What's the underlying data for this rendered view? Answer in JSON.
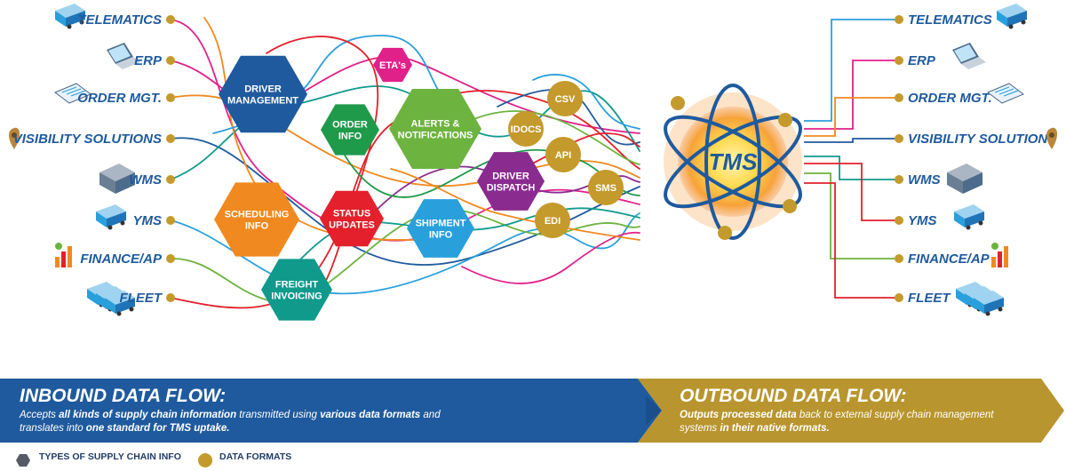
{
  "inbound_sources": [
    "TELEMATICS",
    "ERP",
    "ORDER MGT.",
    "VISIBILITY SOLUTIONS",
    "WMS",
    "YMS",
    "FINANCE/AP",
    "FLEET"
  ],
  "outbound_targets": [
    "TELEMATICS",
    "ERP",
    "ORDER MGT.",
    "VISIBILITY SOLUTIONS",
    "WMS",
    "YMS",
    "FINANCE/AP",
    "FLEET"
  ],
  "info_types": [
    {
      "lines": [
        "DRIVER",
        "MANAGEMENT"
      ],
      "color": "#1f5a9e"
    },
    {
      "lines": [
        "ETA's"
      ],
      "color": "#e0218a"
    },
    {
      "lines": [
        "ORDER",
        "INFO"
      ],
      "color": "#1f9a4a"
    },
    {
      "lines": [
        "ALERTS &",
        "NOTIFICATIONS"
      ],
      "color": "#6db33f"
    },
    {
      "lines": [
        "SCHEDULING",
        "INFO"
      ],
      "color": "#f0891f"
    },
    {
      "lines": [
        "STATUS",
        "UPDATES"
      ],
      "color": "#e3202b"
    },
    {
      "lines": [
        "SHIPMENT",
        "INFO"
      ],
      "color": "#29a0db"
    },
    {
      "lines": [
        "FREIGHT",
        "INVOICING"
      ],
      "color": "#0f9a8c"
    },
    {
      "lines": [
        "DRIVER",
        "DISPATCH"
      ],
      "color": "#8a2b8f"
    }
  ],
  "data_formats": [
    "CSV",
    "IDOCS",
    "API",
    "SMS",
    "EDI"
  ],
  "tms_label": "TMS",
  "inbound": {
    "title": "INBOUND DATA FLOW:",
    "body_parts": [
      {
        "t": "Accepts ",
        "b": false
      },
      {
        "t": "all kinds of supply chain information",
        "b": true
      },
      {
        "t": " transmitted using ",
        "b": false
      },
      {
        "t": "various data formats",
        "b": true
      },
      {
        "t": " and translates into ",
        "b": false
      },
      {
        "t": "one standard for TMS uptake.",
        "b": true
      }
    ]
  },
  "outbound": {
    "title": "OUTBOUND DATA FLOW:",
    "body_parts": [
      {
        "t": "Outputs processed data",
        "b": true
      },
      {
        "t": " back to external supply chain management systems ",
        "b": false
      },
      {
        "t": "in their native formats.",
        "b": true
      }
    ]
  },
  "legend": {
    "types_label": "TYPES OF SUPPLY CHAIN INFO",
    "formats_label": "DATA FORMATS"
  },
  "colors": {
    "inbound_blue": "#1f5a9e",
    "outbound_gold": "#b8952e",
    "format_gold": "#c49a2c",
    "label_blue": "#1f5a9e"
  }
}
